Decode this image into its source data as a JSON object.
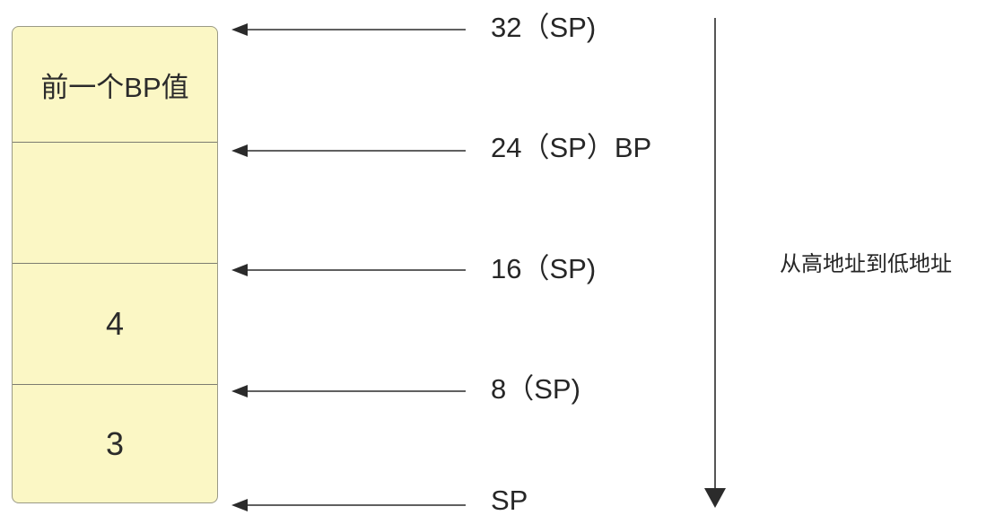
{
  "stack": {
    "cells": [
      {
        "label": "前一个BP值"
      },
      {
        "label": ""
      },
      {
        "label": "4"
      },
      {
        "label": "3"
      }
    ],
    "fill_color": "#fbf7c5"
  },
  "pointers": [
    {
      "label": "32（SP)"
    },
    {
      "label": "24（SP）BP"
    },
    {
      "label": "16（SP)"
    },
    {
      "label": "8（SP)"
    },
    {
      "label": "SP"
    }
  ],
  "direction": {
    "label": "从高地址到低地址"
  }
}
